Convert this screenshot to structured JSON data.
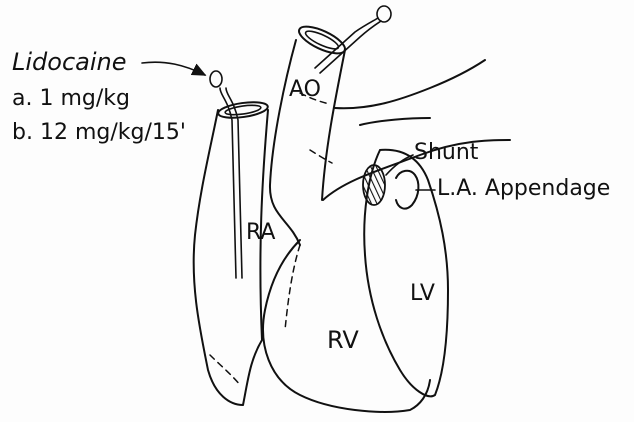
{
  "labels": {
    "drug": "Lidocaine",
    "dose_a": "a. 1 mg/kg",
    "dose_b": "b. 12 mg/kg/15'",
    "ao": "AO",
    "ra": "RA",
    "rv": "RV",
    "lv": "LV",
    "shunt": "Shunt",
    "la_appendage": "L.A. Appendage"
  },
  "colors": {
    "ink": "#111111",
    "background": "#fdfdfd"
  }
}
